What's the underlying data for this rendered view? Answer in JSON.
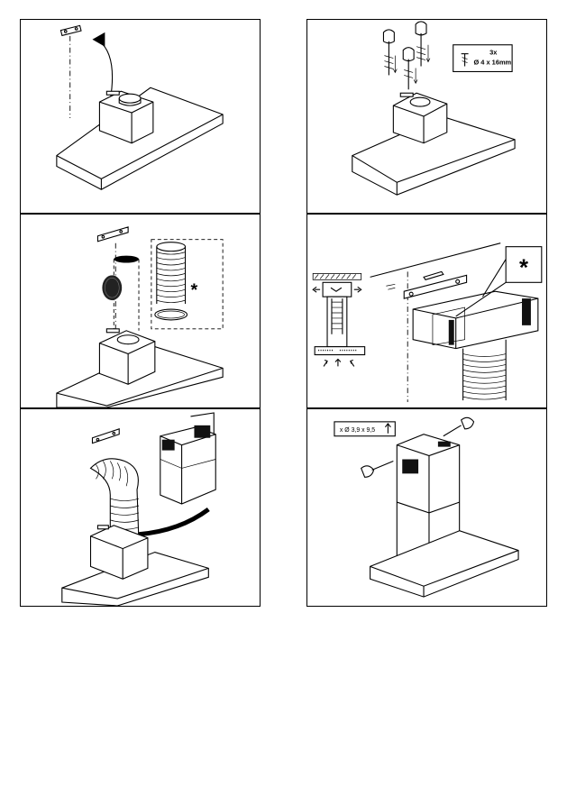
{
  "page": {
    "title": ""
  },
  "steps": [
    {
      "id": 1,
      "labels": []
    },
    {
      "id": 2,
      "labels": [
        "3x",
        "Ø 4 x 16mm"
      ]
    },
    {
      "id": 3,
      "labels": [
        "*"
      ]
    },
    {
      "id": 4,
      "labels": [
        "*"
      ]
    },
    {
      "id": 5,
      "labels": []
    },
    {
      "id": 6,
      "labels": [
        "x Ø 3,9 x 9,5"
      ]
    }
  ],
  "screw_spec": {
    "count": "3x",
    "size": "Ø 4 x 16mm"
  },
  "screw_spec_small": "x Ø 3,9 x 9,5",
  "optional_marker": "*",
  "colors": {
    "line": "#000000",
    "background": "#ffffff",
    "grille": "#111111"
  }
}
